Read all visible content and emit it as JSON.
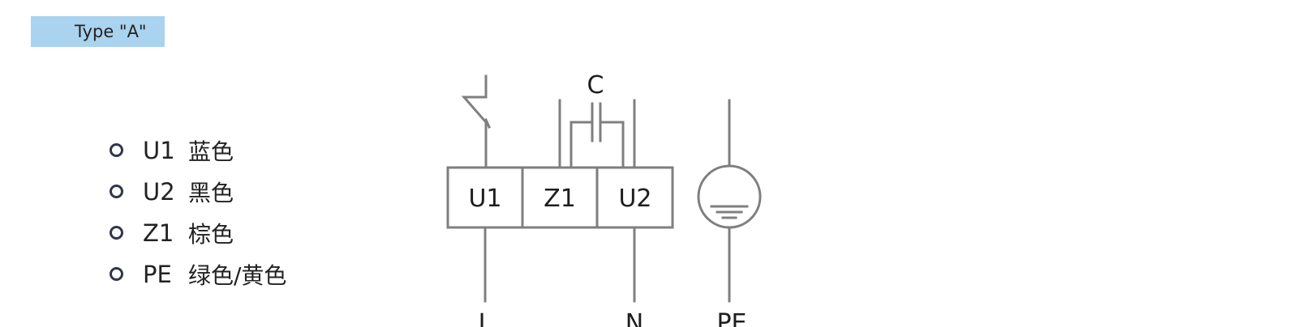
{
  "badge": {
    "label": "Type \"A\""
  },
  "legend": [
    {
      "code": "U1",
      "color": "蓝色"
    },
    {
      "code": "U2",
      "color": "黑色"
    },
    {
      "code": "Z1",
      "color": "棕色"
    },
    {
      "code": "PE",
      "color": "绿色/黄色"
    }
  ],
  "diagram": {
    "capacitor_label": "C",
    "terminals": [
      "U1",
      "Z1",
      "U2"
    ],
    "bottom_labels": {
      "line": "L",
      "neutral": "N",
      "earth": "PE"
    }
  },
  "colors": {
    "badge": "#a9d3ee",
    "wire": "#7f7f7f",
    "bullet": "#30364a"
  }
}
